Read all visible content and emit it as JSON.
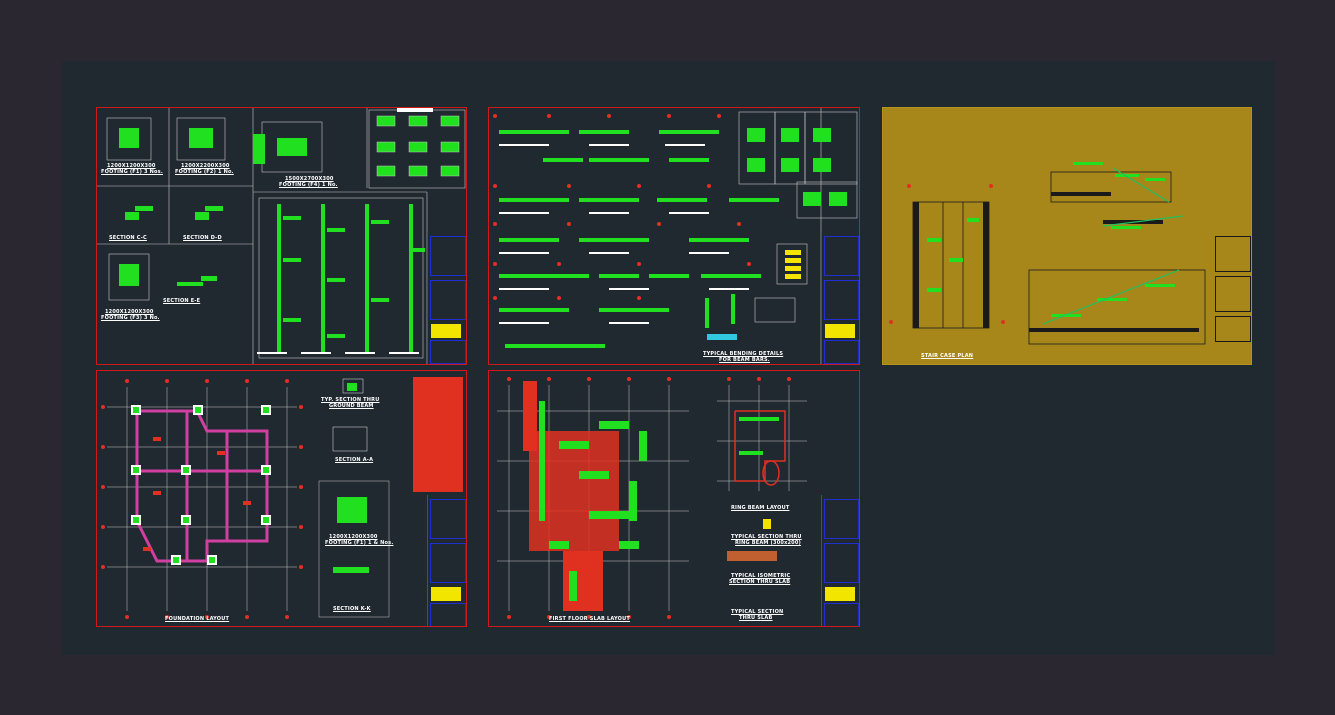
{
  "sheets": {
    "foundation_details": {
      "footing_f1_title": "1200X1200X300",
      "footing_f1_sub": "FOOTING (F1) 3 Nos.",
      "footing_f2_title": "1200X2200X300",
      "footing_f2_sub": "FOOTING (F2) 1 No.",
      "footing_f4_title": "1500X2700X300",
      "footing_f4_sub": "FOOTING (F4) 1 No.",
      "section_cc": "SECTION C-C",
      "section_dd": "SECTION D-D",
      "footing_f3_title": "1200X1200X300",
      "footing_f3_sub": "FOOTING (F3) 3 No.",
      "section_ee": "SECTION E-E"
    },
    "beam_details": {
      "bending_title": "TYPICAL BENDING DETAILS",
      "bending_sub": "FOR BEAM BARS."
    },
    "staircase": {
      "plan_label": "STAIR CASE PLAN"
    },
    "foundation_layout": {
      "layout_label": "FOUNDATION LAYOUT",
      "grade_beam_title": "TYP. SECTION THRU",
      "grade_beam_sub": "GROUND BEAM",
      "section_aa": "SECTION A-A",
      "footing_f11_title": "1200X1200X300",
      "footing_f11_sub": "FOOTING (F1) 1 & Nos.",
      "section_kk": "SECTION K-K"
    },
    "slab_layout": {
      "layout_label": "FIRST FLOOR SLAB LAYOUT",
      "ring_beam_label": "RING BEAM LAYOUT",
      "ring_section_title": "TYPICAL SECTION THRU",
      "ring_section_sub": "RING BEAM (300x200)",
      "iso_title": "TYPICAL ISOMETRIC",
      "iso_sub": "SECTION THRU SLAB",
      "typ_section_title": "TYPICAL SECTION",
      "typ_section_sub": "THRU SLAB"
    }
  },
  "colors": {
    "canvas": "#202830",
    "outer": "#2b2730",
    "border": "#d01818",
    "green": "#20e020",
    "blue": "#2030d0",
    "yellow": "#f2e600",
    "stair_bg": "#a8871a"
  }
}
